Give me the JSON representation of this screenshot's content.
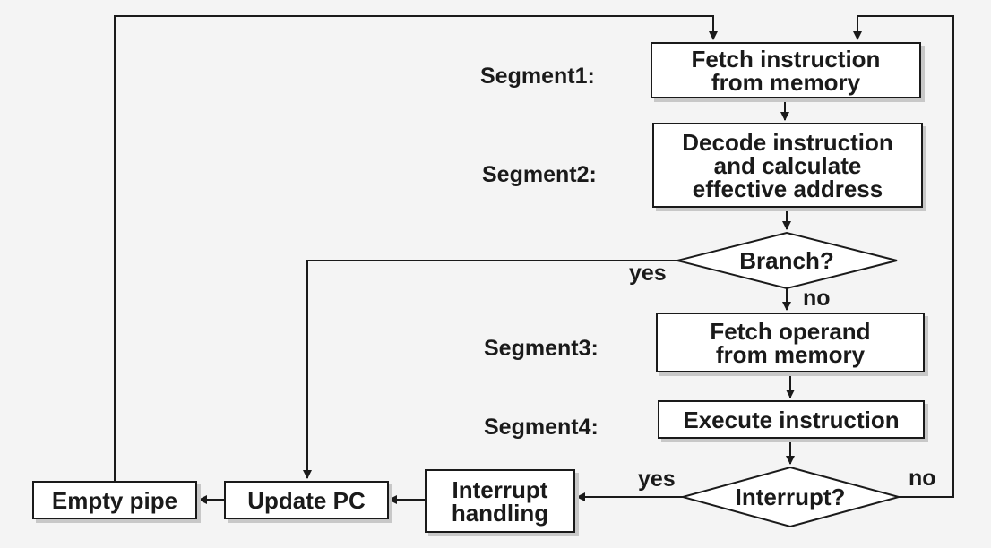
{
  "segments": {
    "s1": "Segment1:",
    "s2": "Segment2:",
    "s3": "Segment3:",
    "s4": "Segment4:"
  },
  "boxes": {
    "fetch_instruction": "Fetch instruction\nfrom memory",
    "decode": "Decode instruction\nand calculate\neffective address",
    "fetch_operand": "Fetch operand\nfrom memory",
    "execute": "Execute instruction",
    "interrupt_handling": "Interrupt\nhandling",
    "update_pc": "Update PC",
    "empty_pipe": "Empty pipe"
  },
  "decisions": {
    "branch": "Branch?",
    "interrupt": "Interrupt?"
  },
  "edge_labels": {
    "branch_yes": "yes",
    "branch_no": "no",
    "interrupt_yes": "yes",
    "interrupt_no": "no"
  }
}
